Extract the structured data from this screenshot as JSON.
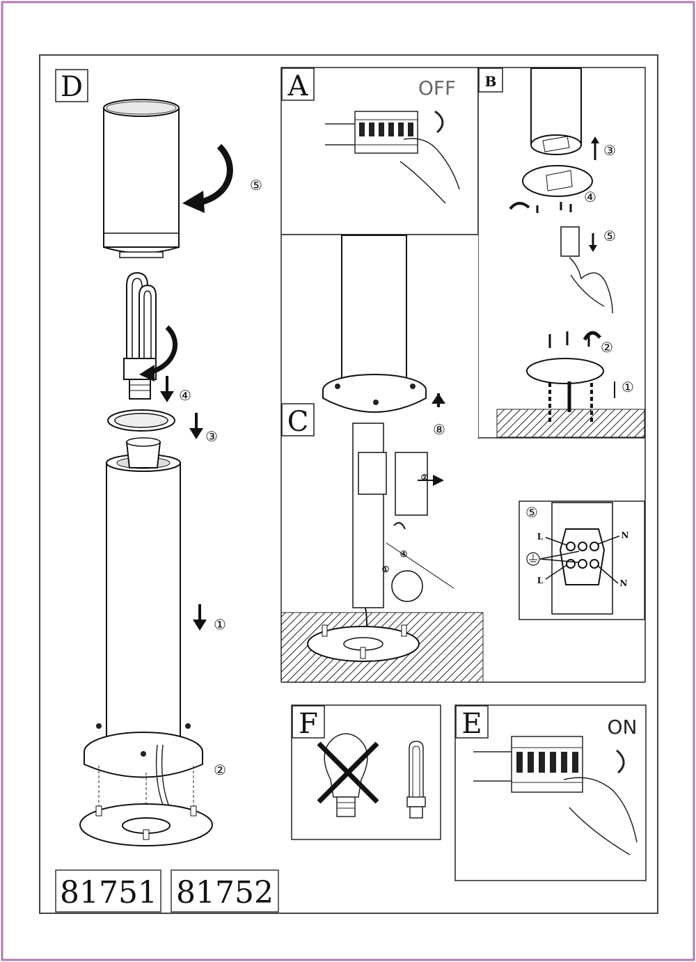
{
  "panels": {
    "D": {
      "label": "D",
      "steps": [
        "①",
        "②",
        "③",
        "④",
        "⑤"
      ]
    },
    "A": {
      "label": "A",
      "switch_state": "OFF"
    },
    "B": {
      "label": "B",
      "steps": [
        "①",
        "②",
        "③",
        "④",
        "⑤"
      ]
    },
    "C": {
      "label": "C",
      "steps": [
        "①",
        "②",
        "④",
        "⑧"
      ]
    },
    "wiring": {
      "step": "⑤",
      "terminals": [
        "L",
        "N",
        "L",
        "N"
      ]
    },
    "F": {
      "label": "F"
    },
    "E": {
      "label": "E",
      "switch_state": "ON"
    }
  },
  "models": [
    "81751",
    "81752"
  ],
  "icons": [
    "earth-ground-icon",
    "no-incandescent-bulb-icon",
    "energy-saving-bulb-icon",
    "arrow-icon",
    "hand-icon",
    "circuit-breaker-icon"
  ]
}
